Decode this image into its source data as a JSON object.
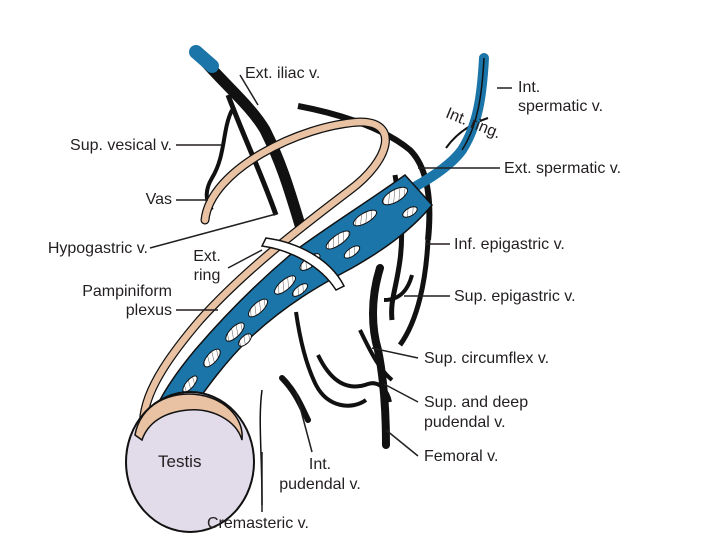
{
  "colors": {
    "vein": "#1b75a8",
    "vein_dark": "#111111",
    "vas": "#e8c2a2",
    "testis": "#e2dcea",
    "line": "#231f20"
  },
  "labels": {
    "ext_iliac": "Ext. iliac v.",
    "int_spermatic_1": "Int.",
    "int_spermatic_2": "spermatic v.",
    "int_ring": "Int. ring.",
    "sup_vesical": "Sup. vesical v.",
    "ext_spermatic": "Ext. spermatic v.",
    "vas": "Vas",
    "hypogastric": "Hypogastric v.",
    "ext_ring_1": "Ext.",
    "ext_ring_2": "ring",
    "inf_epigastric": "Inf. epigastric v.",
    "pampiniform_1": "Pampiniform",
    "pampiniform_2": "plexus",
    "sup_epigastric": "Sup. epigastric v.",
    "sup_circumflex": "Sup. circumflex v.",
    "sup_deep_pudendal_1": "Sup. and deep",
    "sup_deep_pudendal_2": "pudendal v.",
    "testis": "Testis",
    "femoral": "Femoral v.",
    "int_pudendal_1": "Int.",
    "int_pudendal_2": "pudendal v.",
    "cremasteric": "Cremasteric v."
  }
}
